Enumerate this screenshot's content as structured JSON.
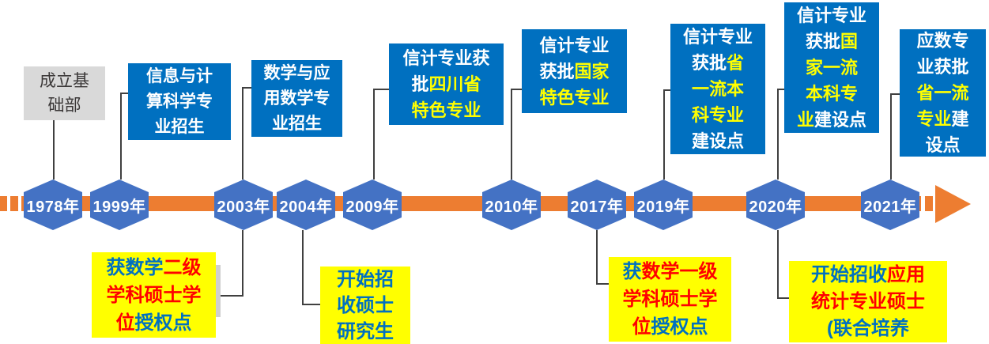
{
  "palette": {
    "orange": "#ED7D31",
    "hex-blue": "#4472C4",
    "box-blue": "#0070C0",
    "yellow": "#FFFF00",
    "red": "#FF0000",
    "gray-bg": "#D9D9D9",
    "gray-text": "#3B3838",
    "line": "#404040"
  },
  "hexagons": [
    {
      "year": "1978年"
    },
    {
      "year": "1999年"
    },
    {
      "year": "2003年"
    },
    {
      "year": "2004年"
    },
    {
      "year": "2009年"
    },
    {
      "year": "2010年"
    },
    {
      "year": "2017年"
    },
    {
      "year": "2019年"
    },
    {
      "year": "2020年"
    },
    {
      "year": "2021年"
    }
  ],
  "top_notes": {
    "n1978": {
      "lines": [
        {
          "segs": [
            {
              "t": "成立基",
              "c": "gray"
            }
          ]
        },
        {
          "segs": [
            {
              "t": "础部",
              "c": "gray"
            }
          ]
        }
      ]
    },
    "n1999": {
      "lines": [
        {
          "segs": [
            {
              "t": "信息与计",
              "c": "white"
            }
          ]
        },
        {
          "segs": [
            {
              "t": "算科学专",
              "c": "white"
            }
          ]
        },
        {
          "segs": [
            {
              "t": "业招生",
              "c": "white"
            }
          ]
        }
      ]
    },
    "n2003": {
      "lines": [
        {
          "segs": [
            {
              "t": "数学与应",
              "c": "white"
            }
          ]
        },
        {
          "segs": [
            {
              "t": "用数学专",
              "c": "white"
            }
          ]
        },
        {
          "segs": [
            {
              "t": "业招生",
              "c": "white"
            }
          ]
        }
      ]
    },
    "n2009": {
      "lines": [
        {
          "segs": [
            {
              "t": "信计专业获",
              "c": "white"
            }
          ]
        },
        {
          "segs": [
            {
              "t": "批",
              "c": "white"
            },
            {
              "t": "四川省",
              "c": "yellow"
            }
          ]
        },
        {
          "segs": [
            {
              "t": "特色专业",
              "c": "yellow"
            }
          ]
        }
      ]
    },
    "n2010": {
      "lines": [
        {
          "segs": [
            {
              "t": "信计专业",
              "c": "white"
            }
          ]
        },
        {
          "segs": [
            {
              "t": "获批",
              "c": "white"
            },
            {
              "t": "国家",
              "c": "yellow"
            }
          ]
        },
        {
          "segs": [
            {
              "t": "特色专业",
              "c": "yellow"
            }
          ]
        }
      ]
    },
    "n2019": {
      "lines": [
        {
          "segs": [
            {
              "t": "信计专业",
              "c": "white"
            }
          ]
        },
        {
          "segs": [
            {
              "t": "获批",
              "c": "white"
            },
            {
              "t": "省",
              "c": "yellow"
            }
          ]
        },
        {
          "segs": [
            {
              "t": "一流本",
              "c": "yellow"
            }
          ]
        },
        {
          "segs": [
            {
              "t": "科专业",
              "c": "yellow"
            }
          ]
        },
        {
          "segs": [
            {
              "t": "建设点",
              "c": "white"
            }
          ]
        }
      ]
    },
    "n2020": {
      "lines": [
        {
          "segs": [
            {
              "t": "信计专业",
              "c": "white"
            }
          ]
        },
        {
          "segs": [
            {
              "t": "获批",
              "c": "white"
            },
            {
              "t": "国",
              "c": "yellow"
            }
          ]
        },
        {
          "segs": [
            {
              "t": "家一流",
              "c": "yellow"
            }
          ]
        },
        {
          "segs": [
            {
              "t": "本科专",
              "c": "yellow"
            }
          ]
        },
        {
          "segs": [
            {
              "t": "业",
              "c": "yellow"
            },
            {
              "t": "建设点",
              "c": "white"
            }
          ]
        }
      ]
    },
    "n2021": {
      "lines": [
        {
          "segs": [
            {
              "t": "应数专",
              "c": "white"
            }
          ]
        },
        {
          "segs": [
            {
              "t": "业获批",
              "c": "white"
            }
          ]
        },
        {
          "segs": [
            {
              "t": "省一流",
              "c": "yellow"
            }
          ]
        },
        {
          "segs": [
            {
              "t": "专业",
              "c": "yellow"
            },
            {
              "t": "建",
              "c": "white"
            }
          ]
        },
        {
          "segs": [
            {
              "t": "设点",
              "c": "white"
            }
          ]
        }
      ]
    }
  },
  "bottom_notes": {
    "n2003": {
      "lines": [
        {
          "segs": [
            {
              "t": "获数学",
              "c": "blue"
            },
            {
              "t": "二级",
              "c": "red"
            }
          ]
        },
        {
          "segs": [
            {
              "t": "学科硕士学",
              "c": "red"
            }
          ]
        },
        {
          "segs": [
            {
              "t": "位",
              "c": "red"
            },
            {
              "t": "授权点",
              "c": "blue"
            }
          ]
        }
      ]
    },
    "n2004": {
      "lines": [
        {
          "segs": [
            {
              "t": "开始招",
              "c": "blue"
            }
          ]
        },
        {
          "segs": [
            {
              "t": "收硕士",
              "c": "blue"
            }
          ]
        },
        {
          "segs": [
            {
              "t": "研究生",
              "c": "blue"
            }
          ]
        }
      ]
    },
    "n2017": {
      "lines": [
        {
          "segs": [
            {
              "t": "获",
              "c": "blue"
            },
            {
              "t": "数学一级",
              "c": "red"
            }
          ]
        },
        {
          "segs": [
            {
              "t": "学科硕士学",
              "c": "red"
            }
          ]
        },
        {
          "segs": [
            {
              "t": "位",
              "c": "red"
            },
            {
              "t": "授权点",
              "c": "blue"
            }
          ]
        }
      ]
    },
    "n2020": {
      "lines": [
        {
          "segs": [
            {
              "t": "开始招收",
              "c": "blue"
            },
            {
              "t": "应用",
              "c": "red"
            }
          ]
        },
        {
          "segs": [
            {
              "t": "统计专业硕士",
              "c": "red"
            }
          ]
        },
        {
          "segs": [
            {
              "t": "(联合培养",
              "c": "blue"
            }
          ]
        }
      ]
    }
  }
}
